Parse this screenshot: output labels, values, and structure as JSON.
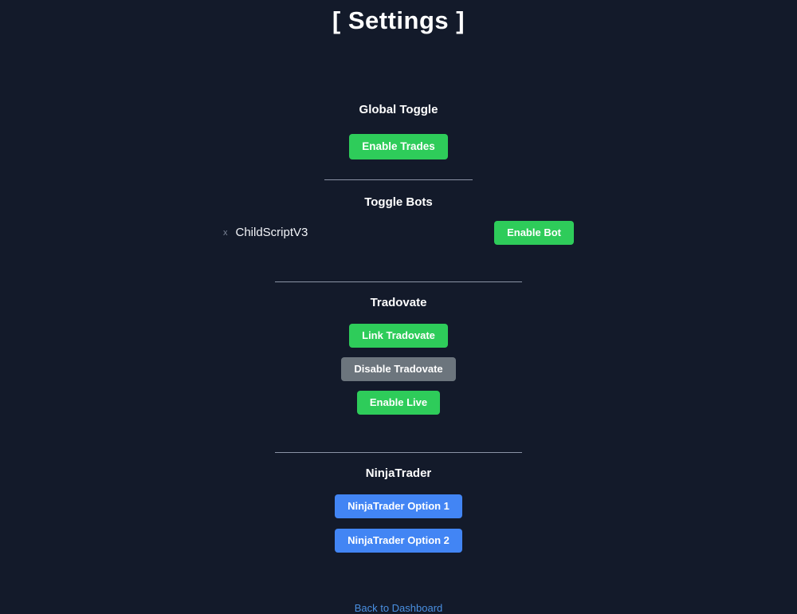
{
  "page": {
    "title": "[ Settings ]",
    "background_color": "#131a2a"
  },
  "colors": {
    "green": "#2ecc5a",
    "gray": "#6c757d",
    "blue": "#4285f4",
    "divider": "#8b93a5",
    "link": "#4a90e2"
  },
  "global_toggle": {
    "heading": "Global Toggle",
    "button_label": "Enable Trades"
  },
  "toggle_bots": {
    "heading": "Toggle Bots",
    "bots": [
      {
        "remove_label": "x",
        "name": "ChildScriptV3",
        "button_label": "Enable Bot"
      }
    ]
  },
  "tradovate": {
    "heading": "Tradovate",
    "buttons": [
      {
        "label": "Link Tradovate",
        "style": "green"
      },
      {
        "label": "Disable Tradovate",
        "style": "gray"
      },
      {
        "label": "Enable Live",
        "style": "green"
      }
    ]
  },
  "ninjatrader": {
    "heading": "NinjaTrader",
    "buttons": [
      {
        "label": "NinjaTrader Option 1",
        "style": "blue"
      },
      {
        "label": "NinjaTrader Option 2",
        "style": "blue"
      }
    ]
  },
  "footer": {
    "link_label": "Back to Dashboard"
  }
}
